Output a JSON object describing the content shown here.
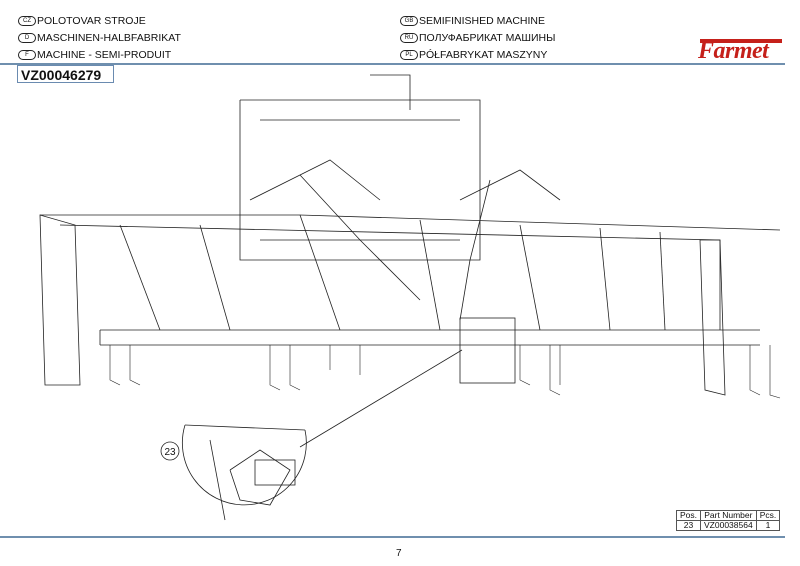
{
  "titles_left": [
    {
      "lang": "CZ",
      "text": "POLOTOVAR STROJE"
    },
    {
      "lang": "D",
      "text": "MASCHINEN-HALBFABRIKAT"
    },
    {
      "lang": "F",
      "text": "MACHINE - SEMI-PRODUIT"
    }
  ],
  "titles_right": [
    {
      "lang": "GB",
      "text": "SEMIFINISHED MACHINE"
    },
    {
      "lang": "RU",
      "text": "ПОЛУФАБРИКАТ МАШИНЫ"
    },
    {
      "lang": "PL",
      "text": "PÓŁFABRYKAT MASZYNY"
    }
  ],
  "code": "VZ00046279",
  "logo": "Farmet",
  "brand_color": "#c5201a",
  "callout": "23",
  "parts_table": {
    "headers": [
      "Pos.",
      "Part Number",
      "Pcs."
    ],
    "rows": [
      [
        "23",
        "VZ00038564",
        "1"
      ]
    ]
  },
  "page_number": "7"
}
